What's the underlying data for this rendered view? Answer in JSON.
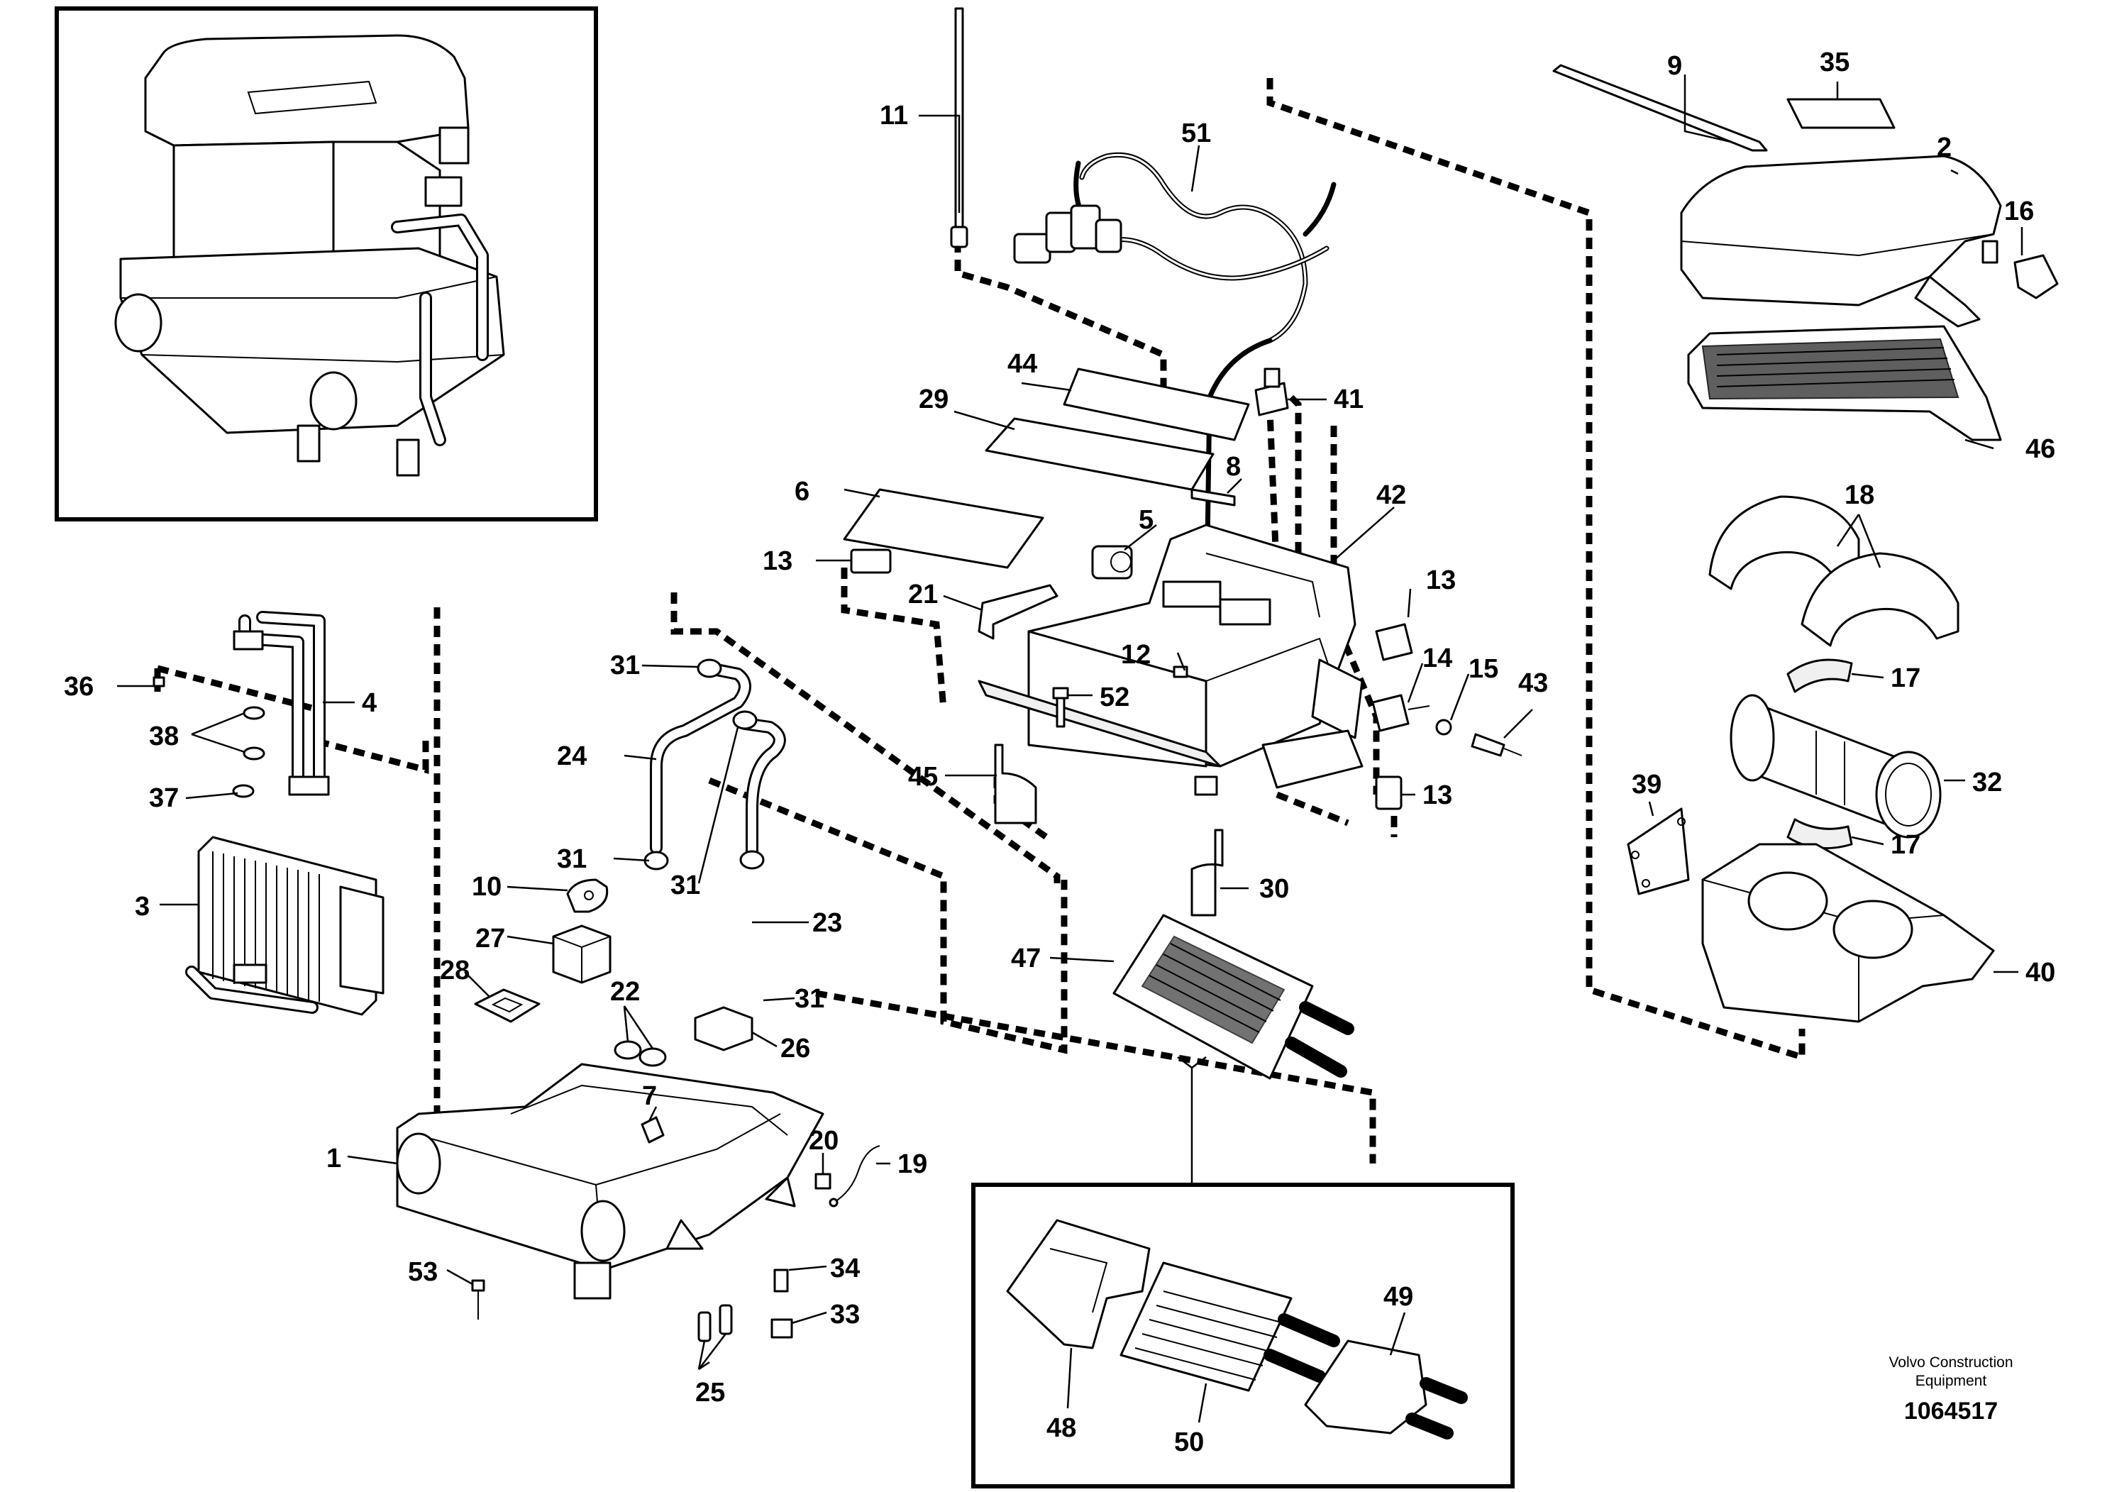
{
  "callouts": {
    "c1": "1",
    "c2": "2",
    "c3": "3",
    "c4": "4",
    "c5": "5",
    "c6": "6",
    "c7": "7",
    "c8": "8",
    "c9": "9",
    "c10": "10",
    "c11": "11",
    "c12": "12",
    "c13a": "13",
    "c13b": "13",
    "c13c": "13",
    "c14": "14",
    "c15": "15",
    "c16": "16",
    "c17a": "17",
    "c17b": "17",
    "c18": "18",
    "c19": "19",
    "c20": "20",
    "c21": "21",
    "c22": "22",
    "c23": "23",
    "c24": "24",
    "c25": "25",
    "c26": "26",
    "c27": "27",
    "c28": "28",
    "c29": "29",
    "c30": "30",
    "c31a": "31",
    "c31b": "31",
    "c31c": "31",
    "c31d": "31",
    "c32": "32",
    "c33": "33",
    "c34": "34",
    "c35": "35",
    "c36": "36",
    "c37": "37",
    "c38": "38",
    "c39": "39",
    "c40": "40",
    "c41": "41",
    "c42": "42",
    "c43": "43",
    "c44": "44",
    "c45": "45",
    "c46": "46",
    "c47": "47",
    "c48": "48",
    "c49": "49",
    "c50": "50",
    "c51": "51",
    "c52": "52",
    "c53": "53"
  },
  "credit": {
    "line1": "Volvo Construction",
    "line2": "Equipment"
  },
  "document_number": "1064517"
}
